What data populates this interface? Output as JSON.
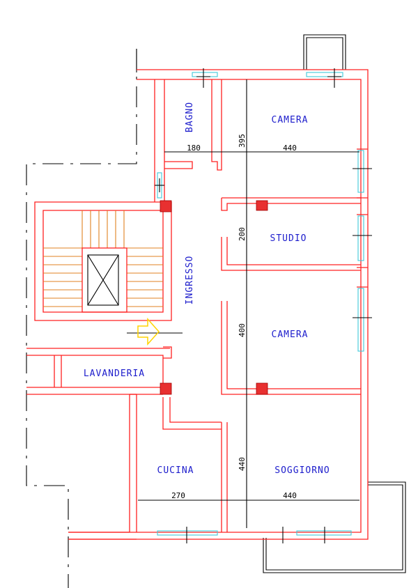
{
  "rooms": {
    "bagno": "BAGNO",
    "camera1": "CAMERA",
    "studio": "STUDIO",
    "ingresso": "INGRESSO",
    "camera2": "CAMERA",
    "lavanderia": "LAVANDERIA",
    "cucina": "CUCINA",
    "soggiorno": "SOGGIORNO"
  },
  "dimensions": {
    "bagno_width": "180",
    "camera1_width": "440",
    "camera1_height": "395",
    "studio_height": "200",
    "camera2_height": "400",
    "soggiorno_height": "440",
    "cucina_width": "270",
    "soggiorno_width": "440"
  },
  "colors": {
    "walls": "#ff2020",
    "labels": "#1c1ccc",
    "windows": "#40c8d8",
    "stairs": "#e08020",
    "columns": "#e83030",
    "entrance_arrow": "#ffd400"
  }
}
